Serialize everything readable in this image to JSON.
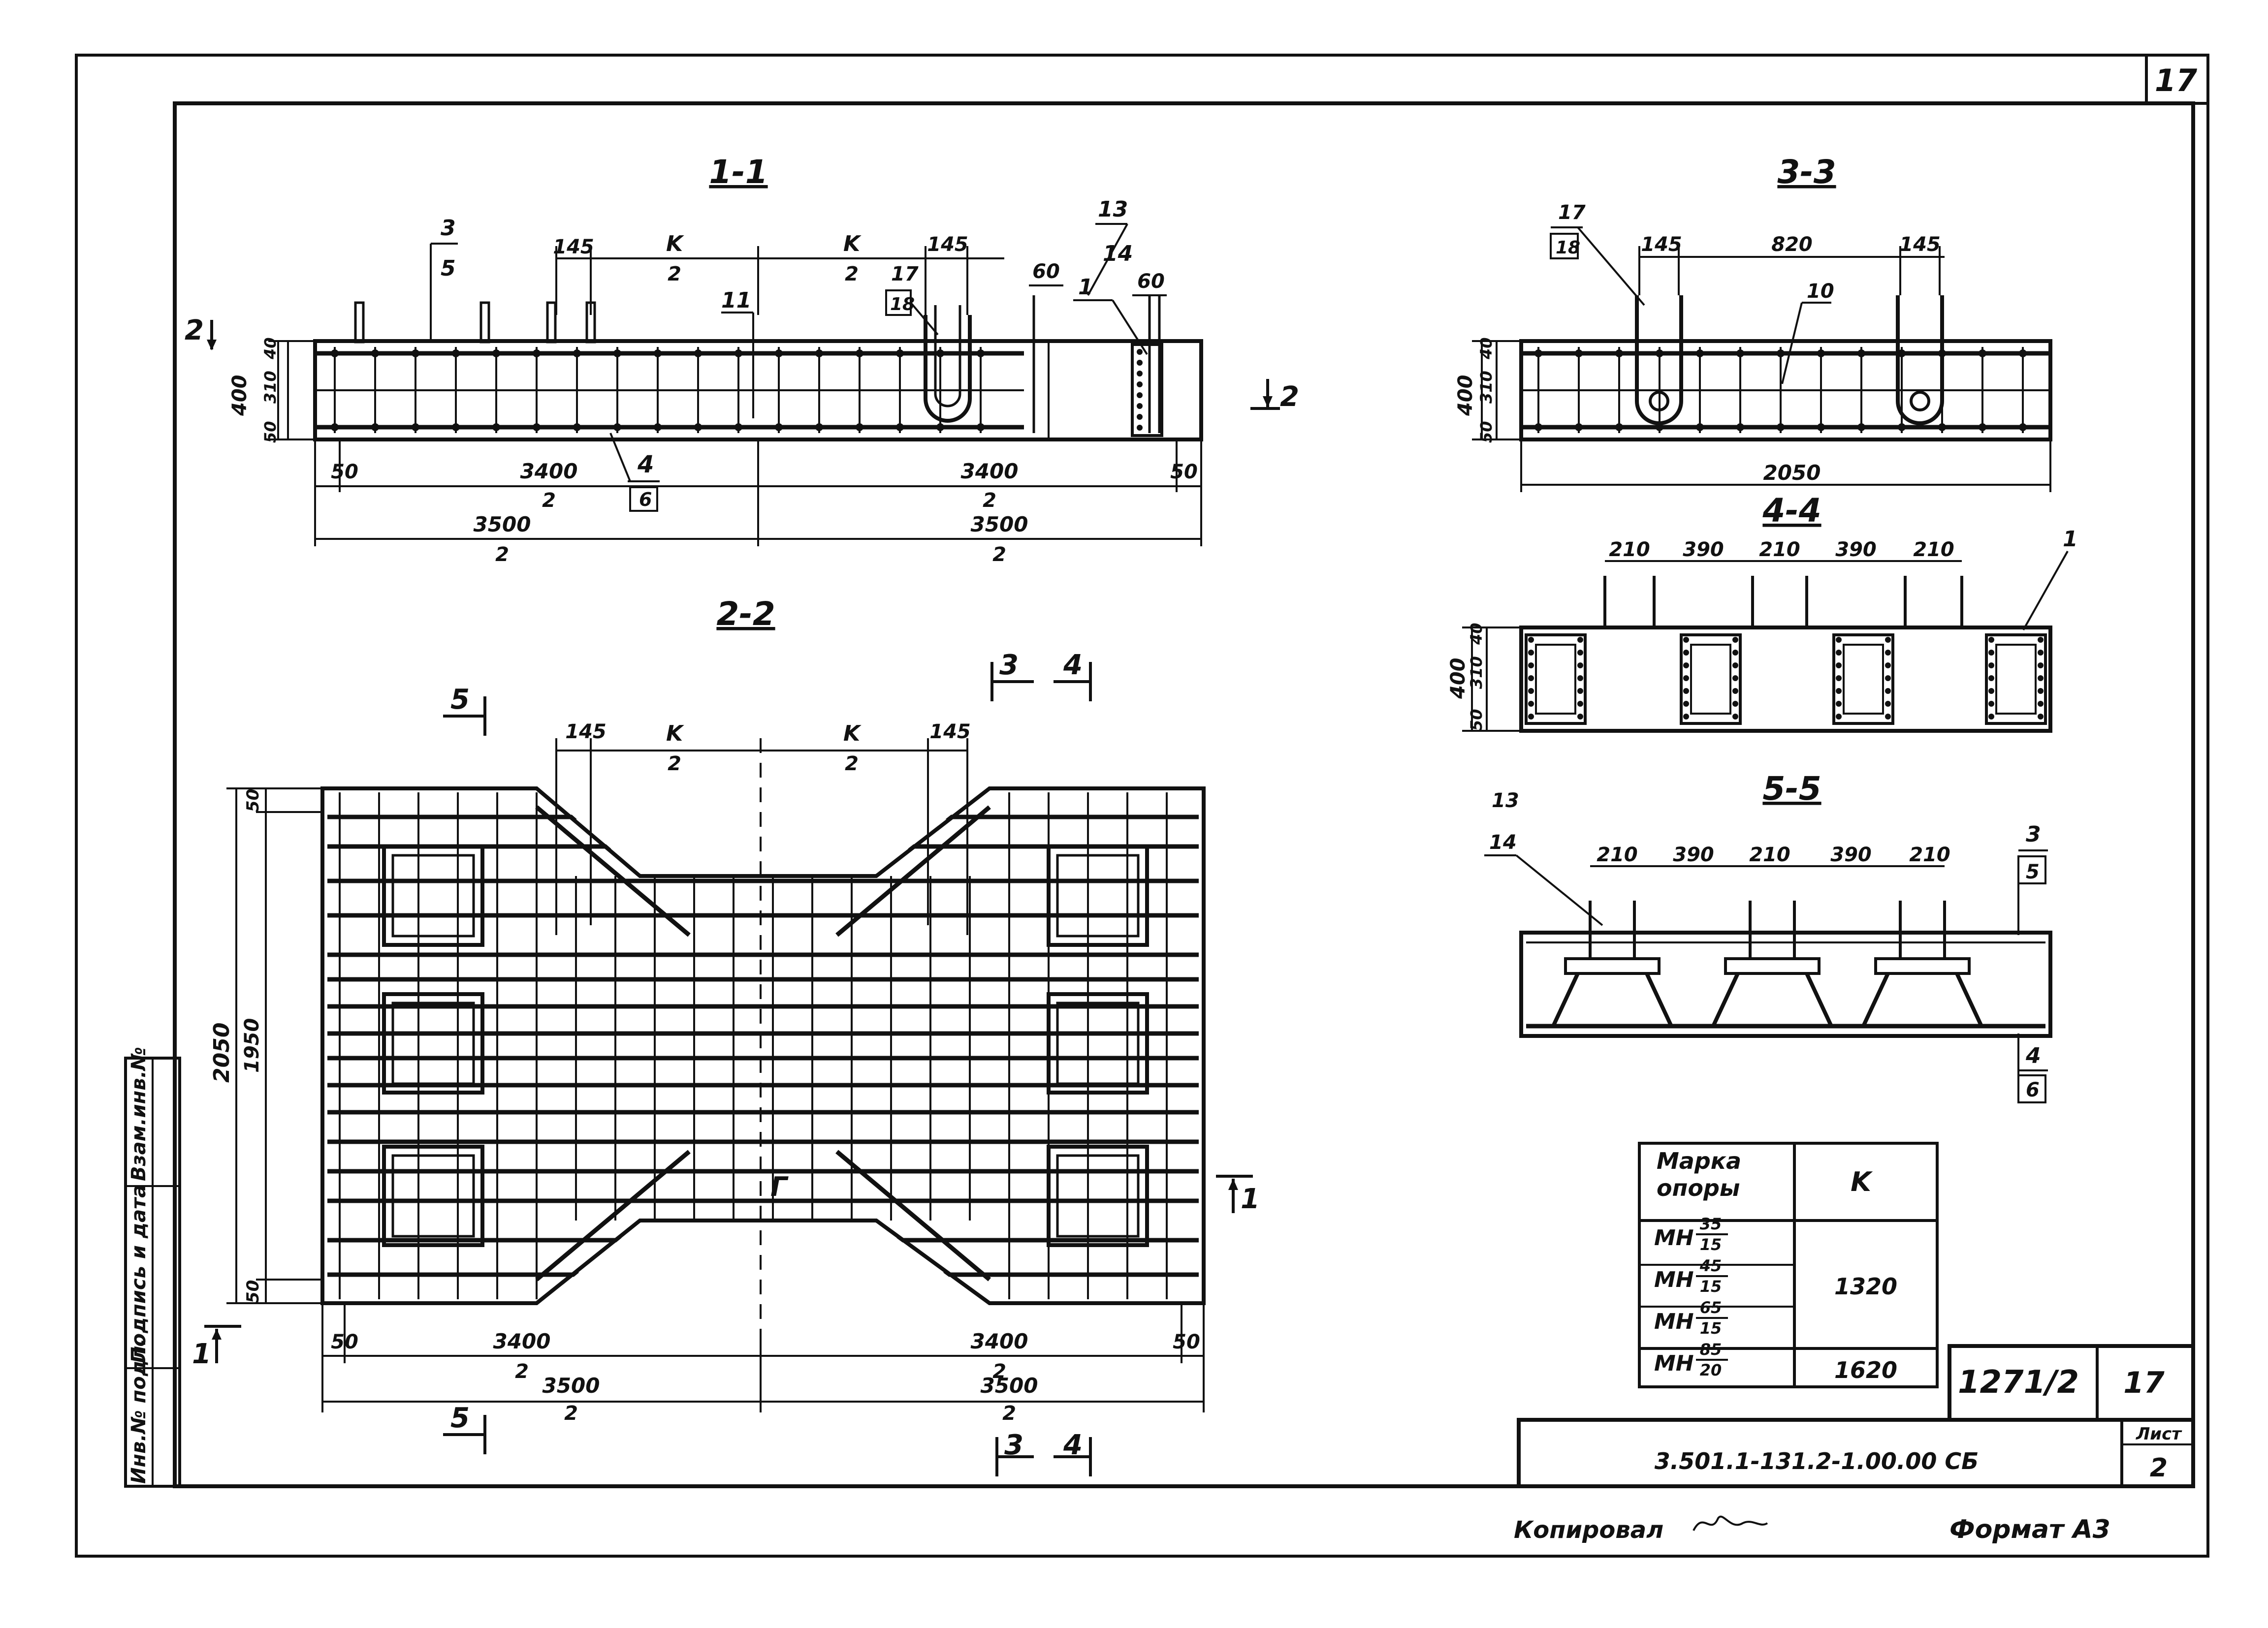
{
  "sheet_number": "17",
  "sections": {
    "s11": {
      "title": "1-1",
      "labels": {
        "c3": "3",
        "c5": "5",
        "c11": "11",
        "c13": "13",
        "c14": "14",
        "c17": "17",
        "c18": "18",
        "c1": "1",
        "c4": "4",
        "c6": "6",
        "cut2a": "2",
        "cut2b": "2"
      },
      "top_dims": {
        "d145a": "145",
        "k1": "K",
        "k1d": "2",
        "k2": "K",
        "k2d": "2",
        "d145b": "145",
        "d60a": "60",
        "d60b": "60"
      },
      "height_dims": {
        "total": "400",
        "top": "40",
        "mid": "310",
        "bot": "50"
      },
      "bottom_dims": {
        "edge_l": "50",
        "w1": "3400",
        "w1d": "2",
        "w2": "3400",
        "w2d": "2",
        "edge_r": "50",
        "t1": "3500",
        "t1d": "2",
        "t2": "3500",
        "t2d": "2"
      }
    },
    "s22": {
      "title": "2-2",
      "labels": {
        "cut1a": "1",
        "cut1b": "1",
        "cut3a": "3",
        "cut4a": "4",
        "cut3b": "3",
        "cut4b": "4",
        "cut5a": "5",
        "cut5b": "5",
        "g": "Г"
      },
      "top_dims": {
        "d145a": "145",
        "k1": "K",
        "k1d": "2",
        "k2": "K",
        "k2d": "2",
        "d145b": "145"
      },
      "side_dims": {
        "total": "2050",
        "inner": "1950",
        "top": "50",
        "bot": "50"
      },
      "bottom_dims": {
        "edge_l": "50",
        "w1": "3400",
        "w1d": "2",
        "w2": "3400",
        "w2d": "2",
        "edge_r": "50",
        "t1": "3500",
        "t1d": "2",
        "t2": "3500",
        "t2d": "2"
      }
    },
    "s33": {
      "title": "3-3",
      "labels": {
        "c17": "17",
        "c18": "18",
        "c10": "10"
      },
      "top_dims": {
        "d145a": "145",
        "mid": "820",
        "d145b": "145"
      },
      "height_dims": {
        "total": "400",
        "top": "40",
        "mid": "310",
        "bot": "50"
      },
      "bottom_dims": {
        "width": "2050"
      }
    },
    "s44": {
      "title": "4-4",
      "labels": {
        "c1": "1"
      },
      "top_dims": [
        "210",
        "390",
        "210",
        "390",
        "210"
      ],
      "height_dims": {
        "total": "400",
        "top": "40",
        "mid": "310",
        "bot": "50"
      }
    },
    "s55": {
      "title": "5-5",
      "labels": {
        "c13": "13",
        "c14": "14",
        "c3": "3",
        "c5": "5",
        "c4": "4",
        "c6": "6"
      },
      "top_dims": [
        "210",
        "390",
        "210",
        "390",
        "210"
      ]
    }
  },
  "table": {
    "header_mark": "Марка\nопоры",
    "header_k": "K",
    "rows": [
      {
        "mark": "МН",
        "num": "35",
        "den": "15"
      },
      {
        "mark": "МН",
        "num": "45",
        "den": "15"
      },
      {
        "mark": "МН",
        "num": "65",
        "den": "15"
      },
      {
        "mark": "МН",
        "num": "85",
        "den": "20"
      }
    ],
    "k_group_1": "1320",
    "k_group_2": "1620"
  },
  "title_block": {
    "doc_number": "3.501.1-131.2-1.00.00 СБ",
    "sheet_label": "Лист",
    "sheet_value": "2",
    "order": "1271/2",
    "page": "17"
  },
  "side_stamp": {
    "inv": "Инв.№ подл.",
    "sign": "Подпись и дата",
    "replace": "Взам.инв.№"
  },
  "footer": {
    "copied": "Копировал",
    "format": "Формат А3"
  }
}
